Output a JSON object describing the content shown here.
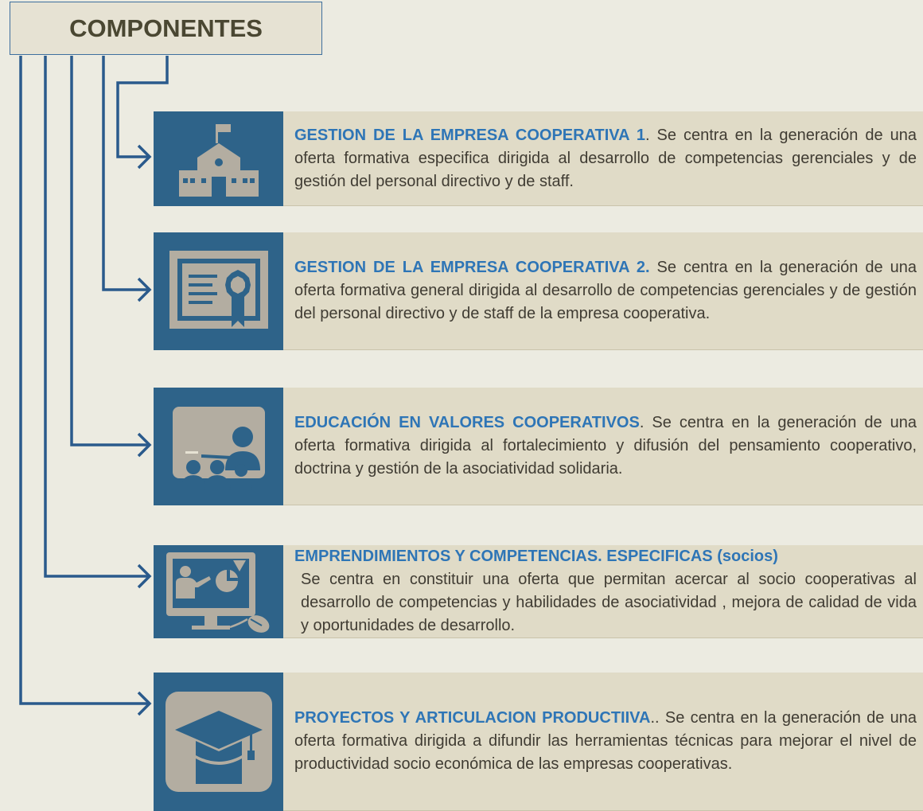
{
  "title": "COMPONENTES",
  "colors": {
    "background": "#ecebe1",
    "title_box_fill": "#e6e2d3",
    "connector": "#2a5a8c",
    "icon_tile": "#2e6389",
    "icon_glyph": "#b3ada1",
    "text_panel": "#e0dbc7",
    "heading_text": "#2e75b6",
    "body_text": "#403c33"
  },
  "components": [
    {
      "icon": "school-building-icon",
      "heading": "GESTION DE LA EMPRESA COOPERATIVA 1",
      "text": ". Se centra en la generación de una oferta formativa especifica dirigida al desarrollo de competencias gerenciales y de gestión del personal directivo y de staff."
    },
    {
      "icon": "certificate-icon",
      "heading": "GESTION DE LA EMPRESA COOPERATIVA 2.",
      "text": " Se centra en la generación de una oferta formativa general dirigida al desarrollo de competencias gerenciales y de gestión del personal directivo y de staff  de la empresa cooperativa."
    },
    {
      "icon": "classroom-teacher-icon",
      "heading": "EDUCACIÓN EN VALORES COOPERATIVOS",
      "text": ". Se centra en la generación de una oferta formativa dirigida al fortalecimiento y difusión del pensamiento cooperativo, doctrina y gestión  de la asociatividad solidaria."
    },
    {
      "icon": "computer-presentation-icon",
      "heading": "EMPRENDIMIENTOS Y COMPETENCIAS. ESPECIFICAS (socios)",
      "text": " Se centra en constituir una oferta que permitan acercar al socio cooperativas al desarrollo de competencias y habilidades de asociatividad , mejora de calidad de vida y oportunidades de desarrollo."
    },
    {
      "icon": "graduation-cap-icon",
      "heading": "PROYECTOS Y ARTICULACION PRODUCTIIVA",
      "text": ".. Se centra en la generación de una oferta formativa dirigida a difundir las herramientas técnicas para mejorar el nivel de productividad socio económica de las empresas cooperativas."
    }
  ]
}
